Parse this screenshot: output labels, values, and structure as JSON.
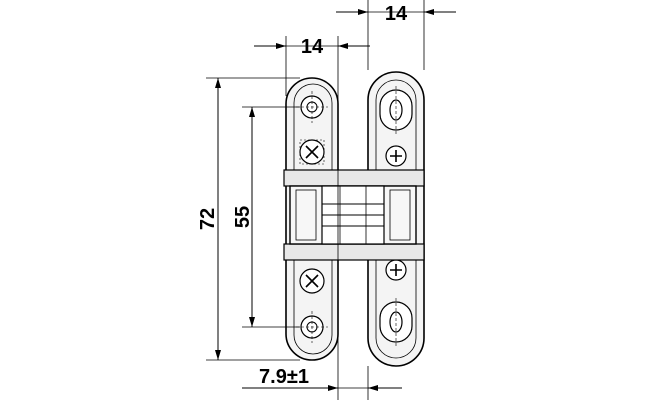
{
  "dimensions": {
    "top_width": "14",
    "mid_width": "14",
    "overall_height": "72",
    "screw_spacing": "55",
    "offset": "7.9±1"
  }
}
